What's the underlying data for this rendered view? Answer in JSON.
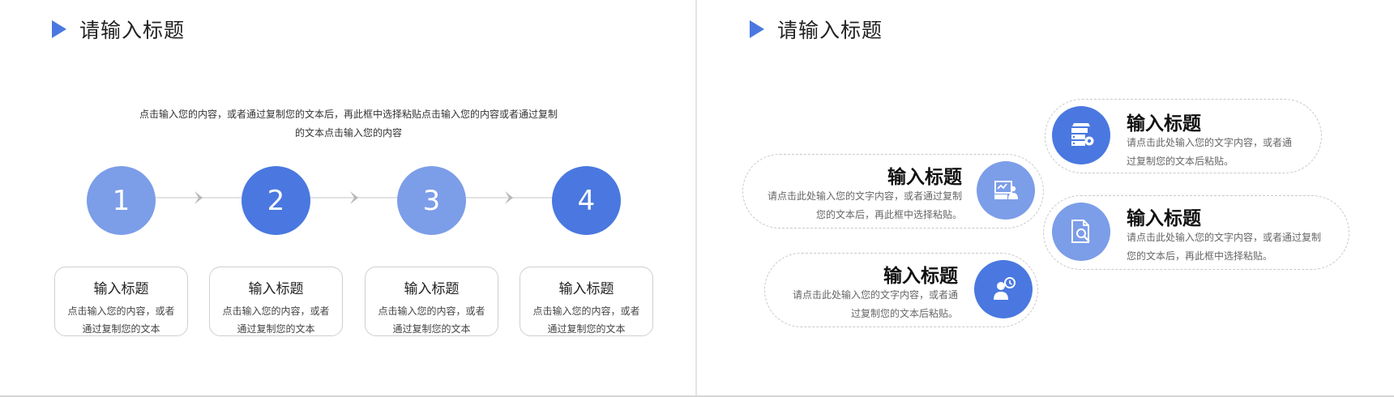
{
  "left_slide": {
    "title": "请输入标题",
    "intro_line1": "点击输入您的内容，或者通过复制您的文本后，再此框中选择粘贴点击输入您的内容或者通过复制",
    "intro_line2": "的文本点击输入您的内容",
    "steps": [
      {
        "number": "1",
        "card_title": "输入标题",
        "card_line1": "点击输入您的内容，或者",
        "card_line2": "通过复制您的文本"
      },
      {
        "number": "2",
        "card_title": "输入标题",
        "card_line1": "点击输入您的内容，或者",
        "card_line2": "通过复制您的文本"
      },
      {
        "number": "3",
        "card_title": "输入标题",
        "card_line1": "点击输入您的内容，或者",
        "card_line2": "通过复制您的文本"
      },
      {
        "number": "4",
        "card_title": "输入标题",
        "card_line1": "点击输入您的内容，或者",
        "card_line2": "通过复制您的文本"
      }
    ]
  },
  "right_slide": {
    "title": "请输入标题",
    "items": [
      {
        "title": "输入标题",
        "line1": "请点击此处输入您的文字内容，或者通",
        "line2": "过复制您的文本后粘贴。",
        "icon": "server-gear-icon"
      },
      {
        "title": "输入标题",
        "line1": "请点击此处输入您的文字内容，或者通过复制",
        "line2": "您的文本后，再此框中选择粘贴。",
        "icon": "presentation-person-icon"
      },
      {
        "title": "输入标题",
        "line1": "请点击此处输入您的文字内容，或者通过复制",
        "line2": "您的文本后，再此框中选择粘贴。",
        "icon": "document-search-icon"
      },
      {
        "title": "输入标题",
        "line1": "请点击此处输入您的文字内容，或者通",
        "line2": "过复制您的文本后粘贴。",
        "icon": "person-clock-icon"
      }
    ]
  },
  "colors": {
    "accent_dark": "#4a78e0",
    "accent_light": "#7c9de8"
  }
}
